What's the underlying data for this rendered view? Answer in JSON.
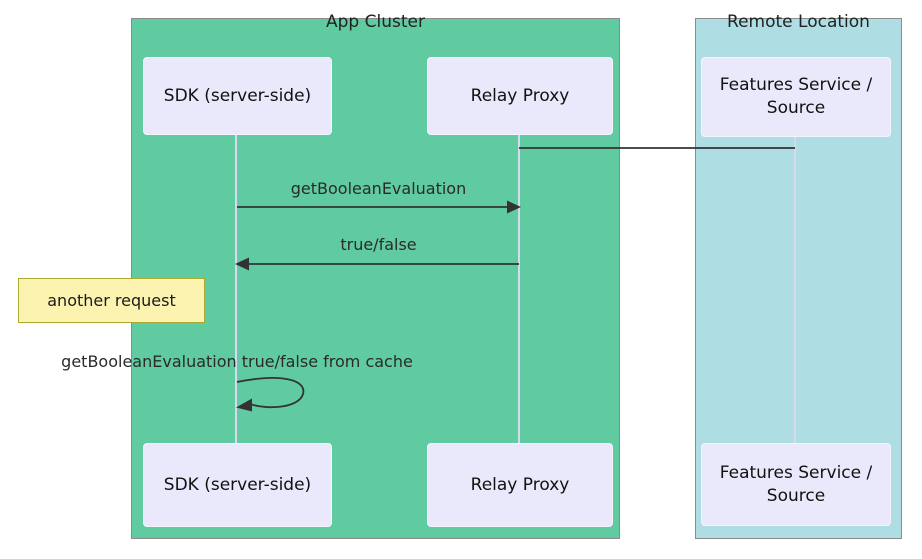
{
  "diagram": {
    "type": "sequence-diagram",
    "groups": [
      {
        "id": "app-cluster",
        "label": "App Cluster",
        "bg": "#60CBA1"
      },
      {
        "id": "remote-location",
        "label": "Remote Location",
        "bg": "#AEDEE4"
      }
    ],
    "actors": [
      {
        "id": "sdk",
        "label": "SDK (server-side)",
        "group": "app-cluster"
      },
      {
        "id": "relay",
        "label": "Relay Proxy",
        "group": "app-cluster"
      },
      {
        "id": "features",
        "label": "Features Service / Source",
        "group": "remote-location"
      }
    ],
    "messages": [
      {
        "from": "relay",
        "to": "features",
        "label": "",
        "style": "plain-line"
      },
      {
        "from": "sdk",
        "to": "relay",
        "label": "getBooleanEvaluation",
        "style": "solid-arrow-right"
      },
      {
        "from": "relay",
        "to": "sdk",
        "label": "true/false",
        "style": "solid-arrow-left"
      },
      {
        "from": "sdk",
        "to": "sdk",
        "label": "getBooleanEvaluation true/false from cache",
        "style": "self-loop"
      }
    ],
    "note": {
      "label": "another request",
      "attached_to": "sdk"
    }
  },
  "colors": {
    "app_cluster_bg": "#60CBA1",
    "remote_location_bg": "#AEDEE4",
    "frame_border": "#8c8c8c",
    "actor_bg": "#E9E9FB",
    "note_bg": "#FBF3AF",
    "note_border": "#AAAA33",
    "arrow": "#333333",
    "lifeline": "#D8D8F0"
  }
}
